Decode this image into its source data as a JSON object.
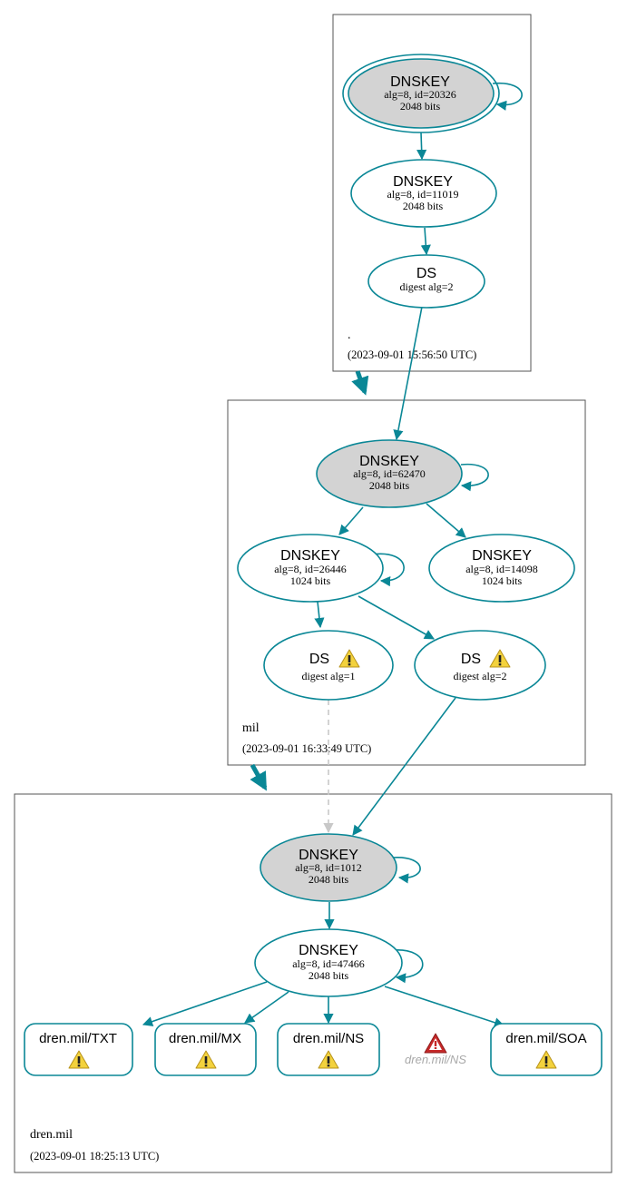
{
  "colors": {
    "edge": "#0a8796",
    "ksk_fill": "#d3d3d3",
    "zone_border": "#555555",
    "warn_yellow": "#f3d23d",
    "error_red": "#c62828",
    "dashed": "#c8c8c8",
    "muted_text": "#a8a8a8"
  },
  "zones": {
    "root": {
      "name": ".",
      "timestamp": "(2023-09-01 15:56:50 UTC)"
    },
    "mil": {
      "name": "mil",
      "timestamp": "(2023-09-01 16:33:49 UTC)"
    },
    "dren": {
      "name": "dren.mil",
      "timestamp": "(2023-09-01 18:25:13 UTC)"
    }
  },
  "nodes": {
    "root_ksk": {
      "title": "DNSKEY",
      "line1": "alg=8, id=20326",
      "line2": "2048 bits"
    },
    "root_zsk": {
      "title": "DNSKEY",
      "line1": "alg=8, id=11019",
      "line2": "2048 bits"
    },
    "root_ds": {
      "title": "DS",
      "line1": "digest alg=2"
    },
    "mil_ksk": {
      "title": "DNSKEY",
      "line1": "alg=8, id=62470",
      "line2": "2048 bits"
    },
    "mil_zsk1": {
      "title": "DNSKEY",
      "line1": "alg=8, id=26446",
      "line2": "1024 bits"
    },
    "mil_zsk2": {
      "title": "DNSKEY",
      "line1": "alg=8, id=14098",
      "line2": "1024 bits"
    },
    "mil_ds1": {
      "title": "DS",
      "line1": "digest alg=1"
    },
    "mil_ds2": {
      "title": "DS",
      "line1": "digest alg=2"
    },
    "dren_ksk": {
      "title": "DNSKEY",
      "line1": "alg=8, id=1012",
      "line2": "2048 bits"
    },
    "dren_zsk": {
      "title": "DNSKEY",
      "line1": "alg=8, id=47466",
      "line2": "2048 bits"
    }
  },
  "rrsets": {
    "txt": "dren.mil/TXT",
    "mx": "dren.mil/MX",
    "ns": "dren.mil/NS",
    "ns_error": "dren.mil/NS",
    "soa": "dren.mil/SOA"
  }
}
